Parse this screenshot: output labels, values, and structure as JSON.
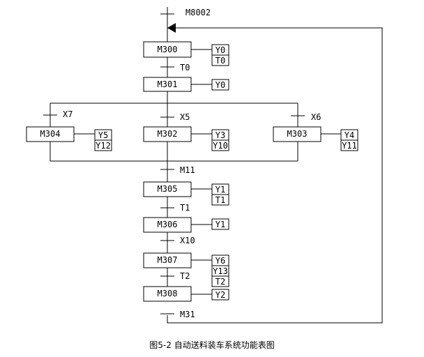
{
  "diagram": {
    "initial_condition": "M8002",
    "caption": "图5-2  自动送料装车系统功能表图",
    "steps": {
      "m300": "M300",
      "m301": "M301",
      "m302": "M302",
      "m303": "M303",
      "m304": "M304",
      "m305": "M305",
      "m306": "M306",
      "m307": "M307",
      "m308": "M308"
    },
    "actions": {
      "m300": [
        "Y0",
        "T0"
      ],
      "m301": [
        "Y0"
      ],
      "m302": [
        "Y3",
        "Y10"
      ],
      "m303": [
        "Y4",
        "Y11"
      ],
      "m304": [
        "Y5",
        "Y12"
      ],
      "m305": [
        "Y1",
        "T1"
      ],
      "m306": [
        "Y1"
      ],
      "m307": [
        "Y6",
        "Y13",
        "T2"
      ],
      "m308": [
        "Y2"
      ]
    },
    "transitions": {
      "t0": "T0",
      "x7": "X7",
      "x5": "X5",
      "x6": "X6",
      "m11": "M11",
      "t1": "T1",
      "x10": "X10",
      "t2": "T2",
      "m31": "M31"
    }
  }
}
